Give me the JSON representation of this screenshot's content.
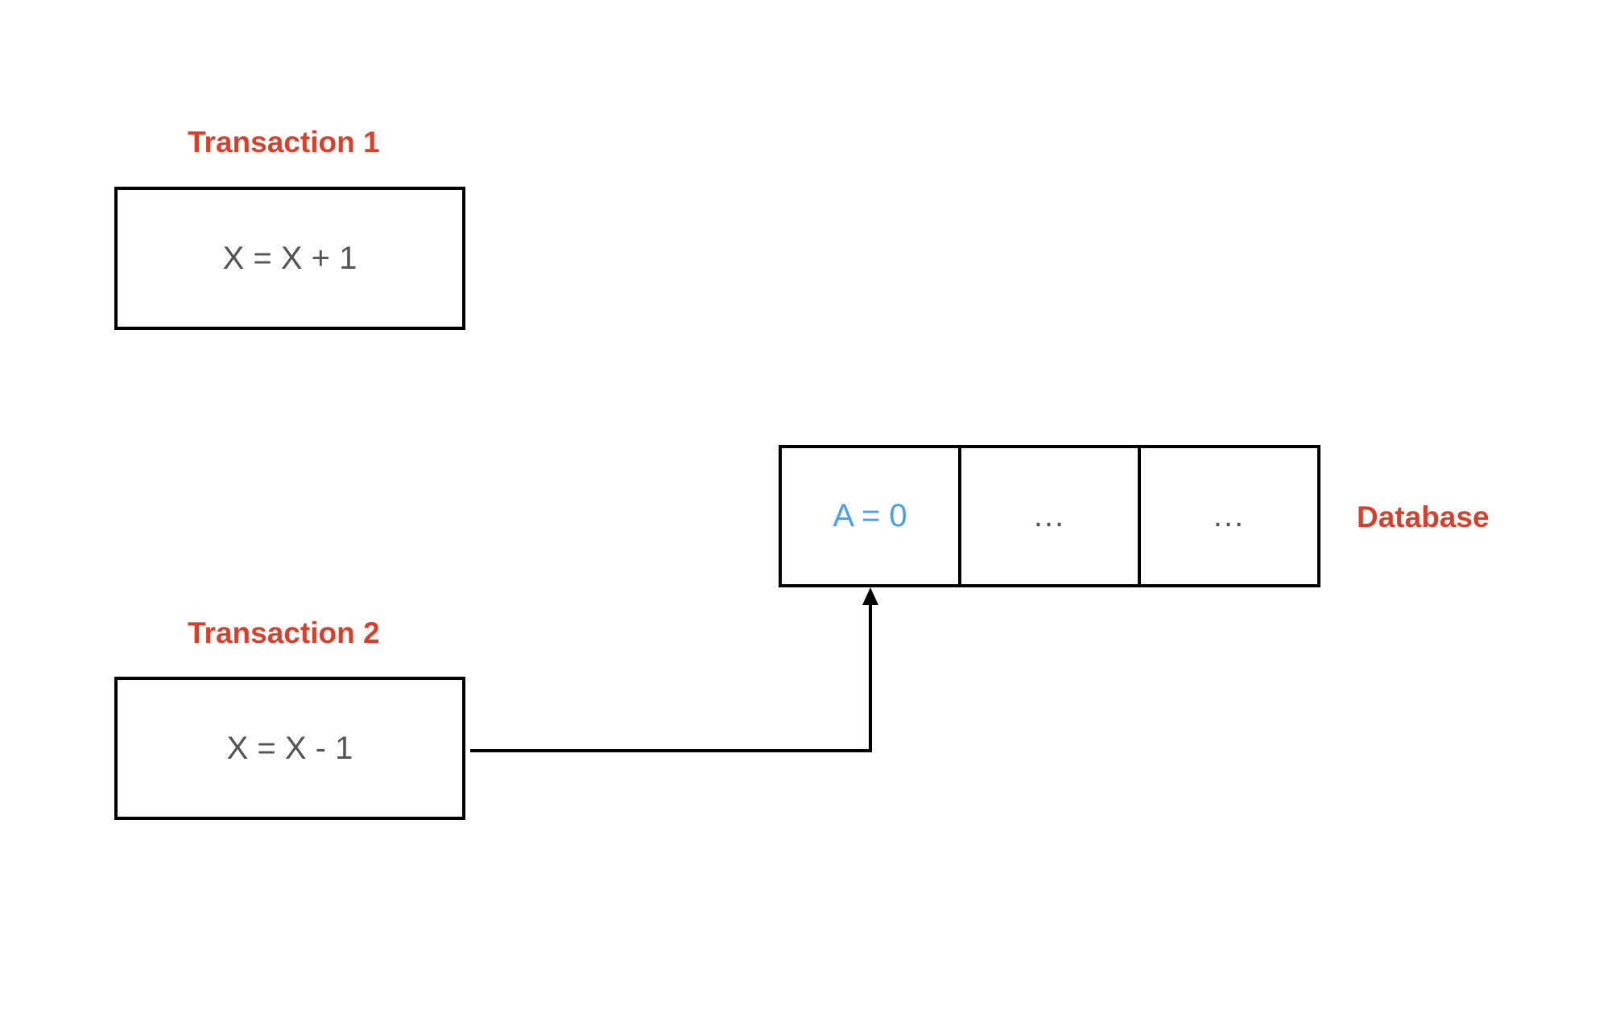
{
  "colors": {
    "label": "#D9402B",
    "highlight": "#4A9EF0",
    "box_text": "#555555",
    "stroke": "#000000"
  },
  "transactions": [
    {
      "title": "Transaction 1",
      "expression": "X = X + 1"
    },
    {
      "title": "Transaction 2",
      "expression": "X = X - 1"
    }
  ],
  "database": {
    "label": "Database",
    "cells": [
      {
        "text": "A = 0",
        "highlighted": true
      },
      {
        "text": "...",
        "highlighted": false
      },
      {
        "text": "...",
        "highlighted": false
      }
    ]
  },
  "connections": [
    {
      "from": "transaction-2",
      "to": "database-cell-1",
      "arrow": "end"
    }
  ]
}
